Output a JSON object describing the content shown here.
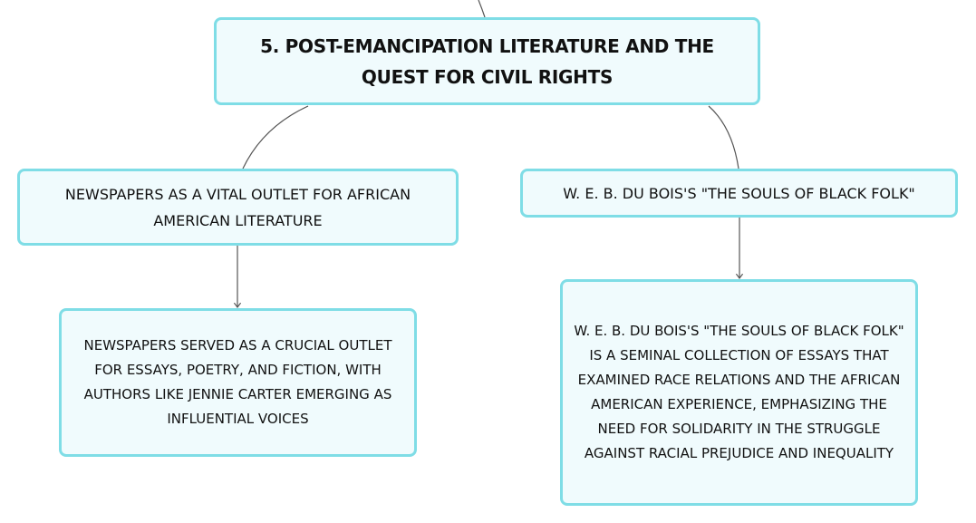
{
  "mindmap": {
    "root": {
      "label": "5. POST-EMANCIPATION LITERATURE AND THE QUEST FOR CIVIL RIGHTS"
    },
    "branches": [
      {
        "label": "NEWSPAPERS AS A VITAL OUTLET FOR AFRICAN AMERICAN LITERATURE",
        "detail": "NEWSPAPERS SERVED AS A CRUCIAL OUTLET FOR ESSAYS, POETRY, AND FICTION, WITH AUTHORS LIKE JENNIE CARTER EMERGING AS INFLUENTIAL VOICES"
      },
      {
        "label": "W. E. B. DU BOIS'S \"THE SOULS OF BLACK FOLK\"",
        "detail": "W. E. B. DU BOIS'S \"THE SOULS OF BLACK FOLK\" IS A SEMINAL COLLECTION OF ESSAYS THAT EXAMINED RACE RELATIONS AND THE AFRICAN AMERICAN EXPERIENCE, EMPHASIZING THE NEED FOR SOLIDARITY IN THE STRUGGLE AGAINST RACIAL PREJUDICE AND INEQUALITY"
      }
    ]
  },
  "colors": {
    "node_border": "#7fdde6",
    "node_fill": "#f0fbfd",
    "connector": "#555555",
    "text": "#111111"
  }
}
